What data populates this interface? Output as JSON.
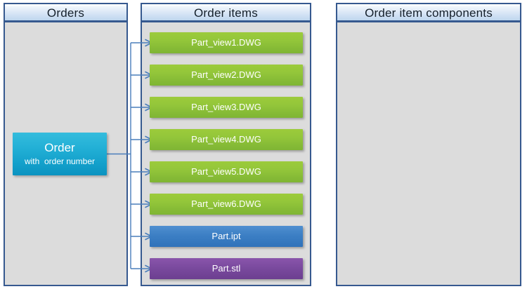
{
  "diagram": {
    "title_bar_color": "#36598f",
    "panel_body_color": "#dcdcdc"
  },
  "panels": [
    {
      "id": "orders",
      "header": "Orders"
    },
    {
      "id": "items",
      "header": "Order items"
    },
    {
      "id": "components",
      "header": "Order item components"
    }
  ],
  "order_node": {
    "title": "Order",
    "subtitle": "with  order number",
    "color": "#13a0cb"
  },
  "items": [
    {
      "label": "Part_view1.DWG",
      "kind": "green",
      "color": "#8cc63e"
    },
    {
      "label": "Part_view2.DWG",
      "kind": "green",
      "color": "#8cc63e"
    },
    {
      "label": "Part_view3.DWG",
      "kind": "green",
      "color": "#8cc63e"
    },
    {
      "label": "Part_view4.DWG",
      "kind": "green",
      "color": "#8cc63e"
    },
    {
      "label": "Part_view5.DWG",
      "kind": "green",
      "color": "#8cc63e"
    },
    {
      "label": "Part_view6.DWG",
      "kind": "green",
      "color": "#8cc63e"
    },
    {
      "label": "Part.ipt",
      "kind": "blue",
      "color": "#3a7ec4"
    },
    {
      "label": "Part.stl",
      "kind": "purple",
      "color": "#7b4a9e"
    }
  ],
  "components": [],
  "connector": {
    "color": "#4a7ebb",
    "style": "orthogonal-arrow"
  }
}
